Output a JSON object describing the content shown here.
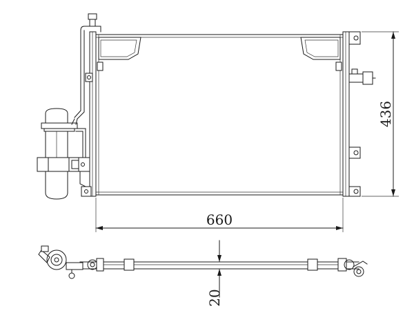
{
  "drawing": {
    "subject": "radiator-condenser-technical-drawing",
    "units_shown": false
  },
  "dimensions": {
    "width": "660",
    "height": "436",
    "depth": "20"
  },
  "colors": {
    "line": "#1a1a1a",
    "background": "#ffffff"
  }
}
